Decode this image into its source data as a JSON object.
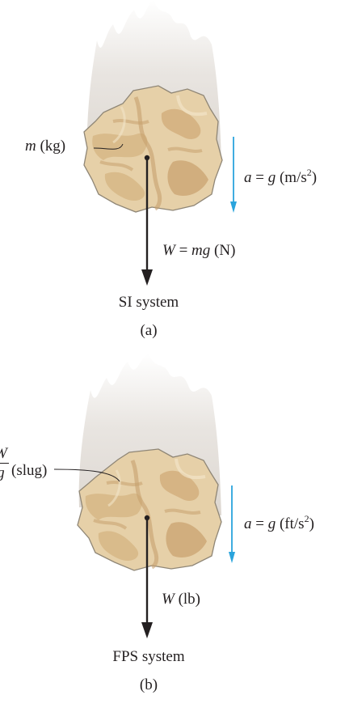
{
  "panels": [
    {
      "mass_symbol": "m",
      "mass_unit": "(kg)",
      "accel_lhs": "a",
      "accel_eq": "=",
      "accel_g": "g",
      "accel_unit_open": "(m/s",
      "accel_unit_exp": "2",
      "accel_unit_close": ")",
      "weight_symbol": "W",
      "weight_eq": "=",
      "weight_expr": "mg",
      "weight_unit": "(N)",
      "system_label": "SI system",
      "panel_label": "(a)"
    },
    {
      "mass_num": "W",
      "mass_den": "g",
      "mass_unit": "(slug)",
      "accel_lhs": "a",
      "accel_eq": "=",
      "accel_g": "g",
      "accel_unit_open": "(ft/s",
      "accel_unit_exp": "2",
      "accel_unit_close": ")",
      "weight_symbol": "W",
      "weight_unit": "(lb)",
      "system_label": "FPS system",
      "panel_label": "(b)"
    }
  ],
  "colors": {
    "rock_base": "#e6d0a8",
    "rock_mid": "#d9bb8b",
    "rock_dark": "#c7a06e",
    "rock_outline": "#8f8676",
    "motion_blur": "#c9c0b6",
    "accel_arrow": "#2aa4dc",
    "weight_arrow": "#231f20",
    "text": "#231f20"
  }
}
